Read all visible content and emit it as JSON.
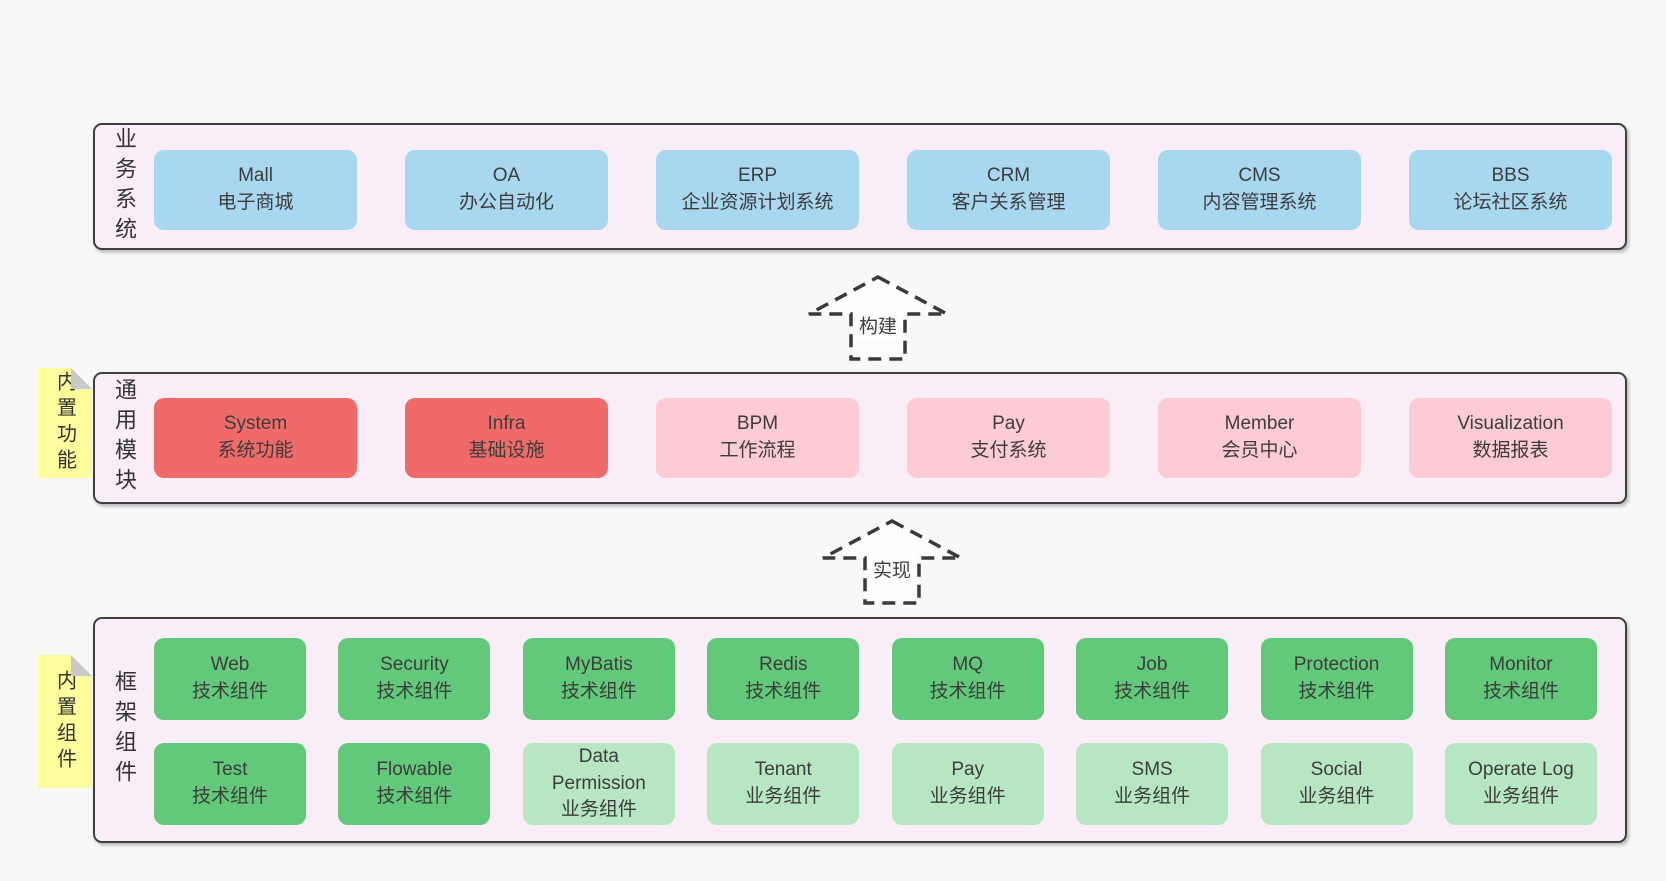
{
  "layers": {
    "business": {
      "label": "业务系统",
      "items": [
        {
          "name": "Mall",
          "desc": "电子商城"
        },
        {
          "name": "OA",
          "desc": "办公自动化"
        },
        {
          "name": "ERP",
          "desc": "企业资源计划系统"
        },
        {
          "name": "CRM",
          "desc": "客户关系管理"
        },
        {
          "name": "CMS",
          "desc": "内容管理系统"
        },
        {
          "name": "BBS",
          "desc": "论坛社区系统"
        }
      ]
    },
    "modules": {
      "label": "通用模块",
      "note": "内置功能",
      "items": [
        {
          "name": "System",
          "desc": "系统功能"
        },
        {
          "name": "Infra",
          "desc": "基础设施"
        },
        {
          "name": "BPM",
          "desc": "工作流程"
        },
        {
          "name": "Pay",
          "desc": "支付系统"
        },
        {
          "name": "Member",
          "desc": "会员中心"
        },
        {
          "name": "Visualization",
          "desc": "数据报表"
        }
      ]
    },
    "framework": {
      "label": "框架组件",
      "note": "内置组件",
      "row1": [
        {
          "name": "Web",
          "desc": "技术组件"
        },
        {
          "name": "Security",
          "desc": "技术组件"
        },
        {
          "name": "MyBatis",
          "desc": "技术组件"
        },
        {
          "name": "Redis",
          "desc": "技术组件"
        },
        {
          "name": "MQ",
          "desc": "技术组件"
        },
        {
          "name": "Job",
          "desc": "技术组件"
        },
        {
          "name": "Protection",
          "desc": "技术组件"
        },
        {
          "name": "Monitor",
          "desc": "技术组件"
        }
      ],
      "row2": [
        {
          "name": "Test",
          "desc": "技术组件"
        },
        {
          "name": "Flowable",
          "desc": "技术组件"
        },
        {
          "name": "Data Permission",
          "desc": "业务组件"
        },
        {
          "name": "Tenant",
          "desc": "业务组件"
        },
        {
          "name": "Pay",
          "desc": "业务组件"
        },
        {
          "name": "SMS",
          "desc": "业务组件"
        },
        {
          "name": "Social",
          "desc": "业务组件"
        },
        {
          "name": "Operate Log",
          "desc": "业务组件"
        }
      ]
    }
  },
  "arrows": {
    "build": "构建",
    "implement": "实现"
  },
  "colors": {
    "page_bg": "#f8f8f8",
    "layer_bg": "#f9eef7",
    "layer_border": "#3f3f3f",
    "box_blue": "#a8d8f0",
    "box_red": "#f06a6a",
    "box_pink": "#fccbd4",
    "box_green": "#62c87a",
    "box_green_light": "#b7e6c3",
    "note_yellow": "#fdfd9e",
    "note_fold_gray": "#c9c9c9",
    "text": "#3d3d3d"
  }
}
